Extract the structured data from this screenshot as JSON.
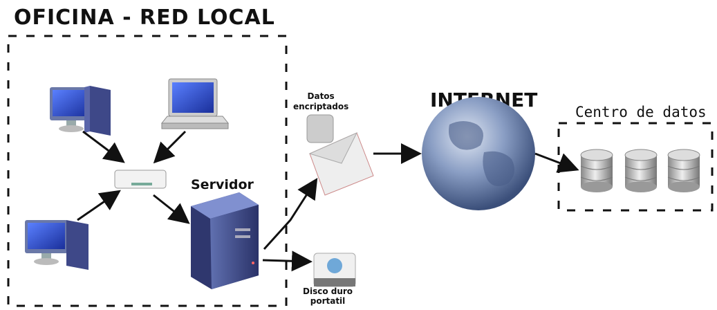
{
  "title": "OFICINA - RED LOCAL",
  "internet": "INTERNET",
  "datacenter": "Centro de datos",
  "server": "Servidor",
  "encrypted": [
    "Datos",
    "encriptados"
  ],
  "disk": [
    "Disco duro",
    "portatil"
  ],
  "colors": {
    "monitor_frame": "#5a6a9a",
    "monitor_screen": "#2a4fc8",
    "tower": "#3a4480",
    "globe": "#7f92b8",
    "dash": "#111111"
  }
}
